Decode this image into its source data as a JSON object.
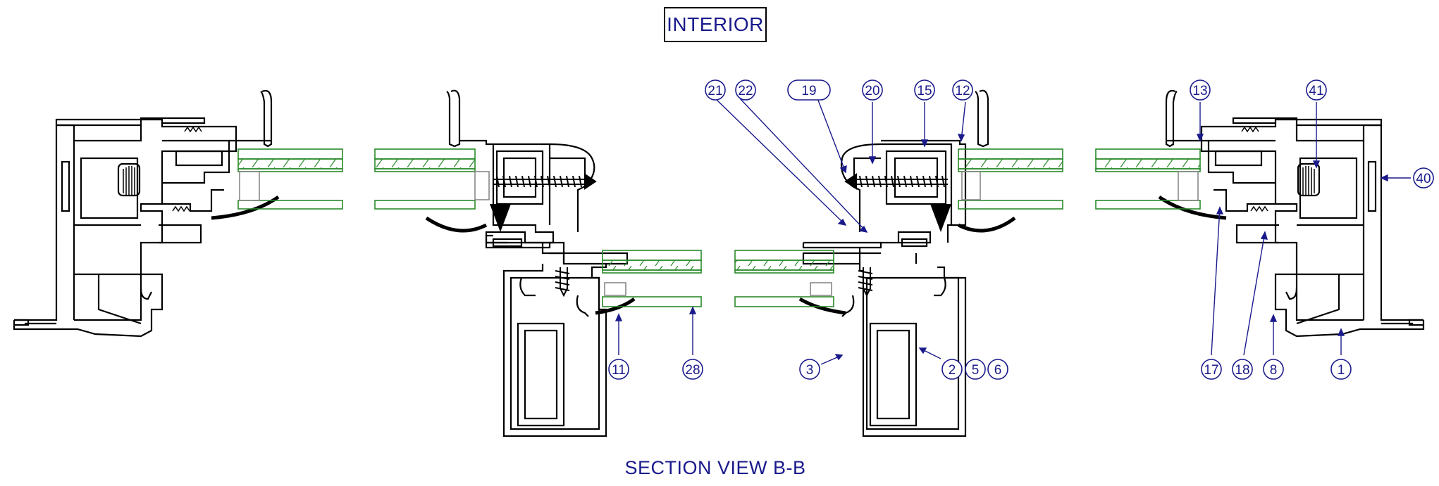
{
  "header": {
    "label": "INTERIOR"
  },
  "caption": {
    "text": "SECTION VIEW B-B"
  },
  "callouts": [
    "21",
    "22",
    "19",
    "20",
    "15",
    "12",
    "13",
    "41",
    "40",
    "11",
    "28",
    "3",
    "2",
    "5",
    "6",
    "17",
    "18",
    "8",
    "1"
  ],
  "colors": {
    "annotation": "#1a1a8c",
    "glass": "#2a8a2a",
    "profile": "#000000"
  }
}
